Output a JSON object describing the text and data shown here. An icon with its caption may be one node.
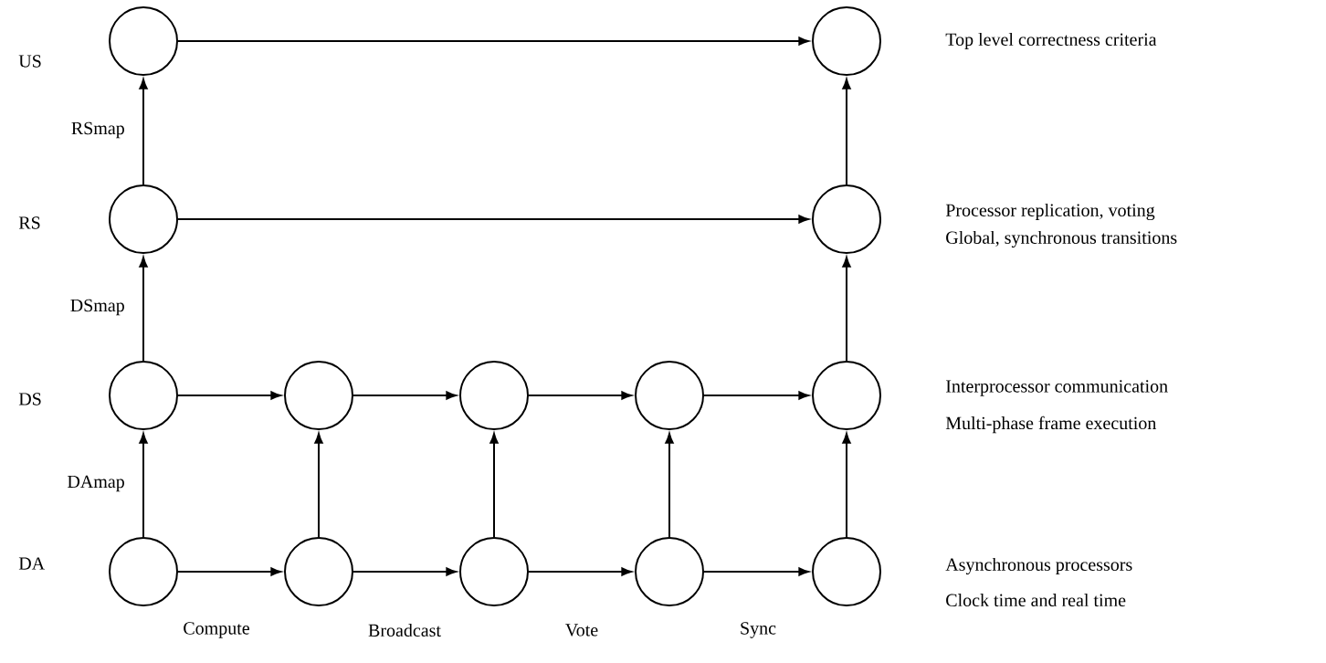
{
  "diagram": {
    "nodes": [
      {
        "text": [],
        "shape": "circle"
      },
      {
        "text": [],
        "shape": "circle"
      },
      {
        "text": [],
        "shape": "circle"
      },
      {
        "text": [],
        "shape": "circle"
      },
      {
        "text": [],
        "shape": "circle"
      },
      {
        "text": [],
        "shape": "circle"
      },
      {
        "text": [],
        "shape": "circle"
      },
      {
        "text": [],
        "shape": "circle"
      },
      {
        "text": [],
        "shape": "circle"
      },
      {
        "text": [],
        "shape": "circle"
      },
      {
        "text": [],
        "shape": "circle"
      },
      {
        "text": [],
        "shape": "circle"
      },
      {
        "text": [],
        "shape": "circle"
      },
      {
        "text": [],
        "shape": "circle"
      }
    ],
    "edges": [
      {
        "from": 0,
        "to": 1,
        "arrow": "to"
      },
      {
        "from": 2,
        "to": 0,
        "arrow": "to",
        "label": "RSmap"
      },
      {
        "from": 2,
        "to": 3,
        "arrow": "to"
      },
      {
        "from": 3,
        "to": 1,
        "arrow": "to"
      },
      {
        "from": 4,
        "to": 2,
        "arrow": "to",
        "label": "DSmap"
      },
      {
        "from": 8,
        "to": 3,
        "arrow": "to"
      },
      {
        "from": 4,
        "to": 5,
        "arrow": "to"
      },
      {
        "from": 5,
        "to": 6,
        "arrow": "to"
      },
      {
        "from": 6,
        "to": 7,
        "arrow": "to"
      },
      {
        "from": 7,
        "to": 8,
        "arrow": "to"
      },
      {
        "from": 9,
        "to": 4,
        "arrow": "to",
        "label": "DAmap"
      },
      {
        "from": 10,
        "to": 5,
        "arrow": "to"
      },
      {
        "from": 11,
        "to": 6,
        "arrow": "to"
      },
      {
        "from": 12,
        "to": 7,
        "arrow": "to"
      },
      {
        "from": 13,
        "to": 8,
        "arrow": "to"
      },
      {
        "from": 9,
        "to": 10,
        "arrow": "to"
      },
      {
        "from": 10,
        "to": 11,
        "arrow": "to"
      },
      {
        "from": 11,
        "to": 12,
        "arrow": "to"
      },
      {
        "from": 12,
        "to": 13,
        "arrow": "to"
      }
    ],
    "labels": [
      "US",
      "Top level correctness criteria",
      "RS",
      "Processor replication, voting",
      "Global, synchronous transitions",
      "DS",
      "Interprocessor communication",
      "Multi-phase frame execution",
      "DA",
      "Asynchronous processors",
      "Clock time and real time",
      "Compute",
      "Broadcast",
      "Vote",
      "Sync"
    ]
  }
}
